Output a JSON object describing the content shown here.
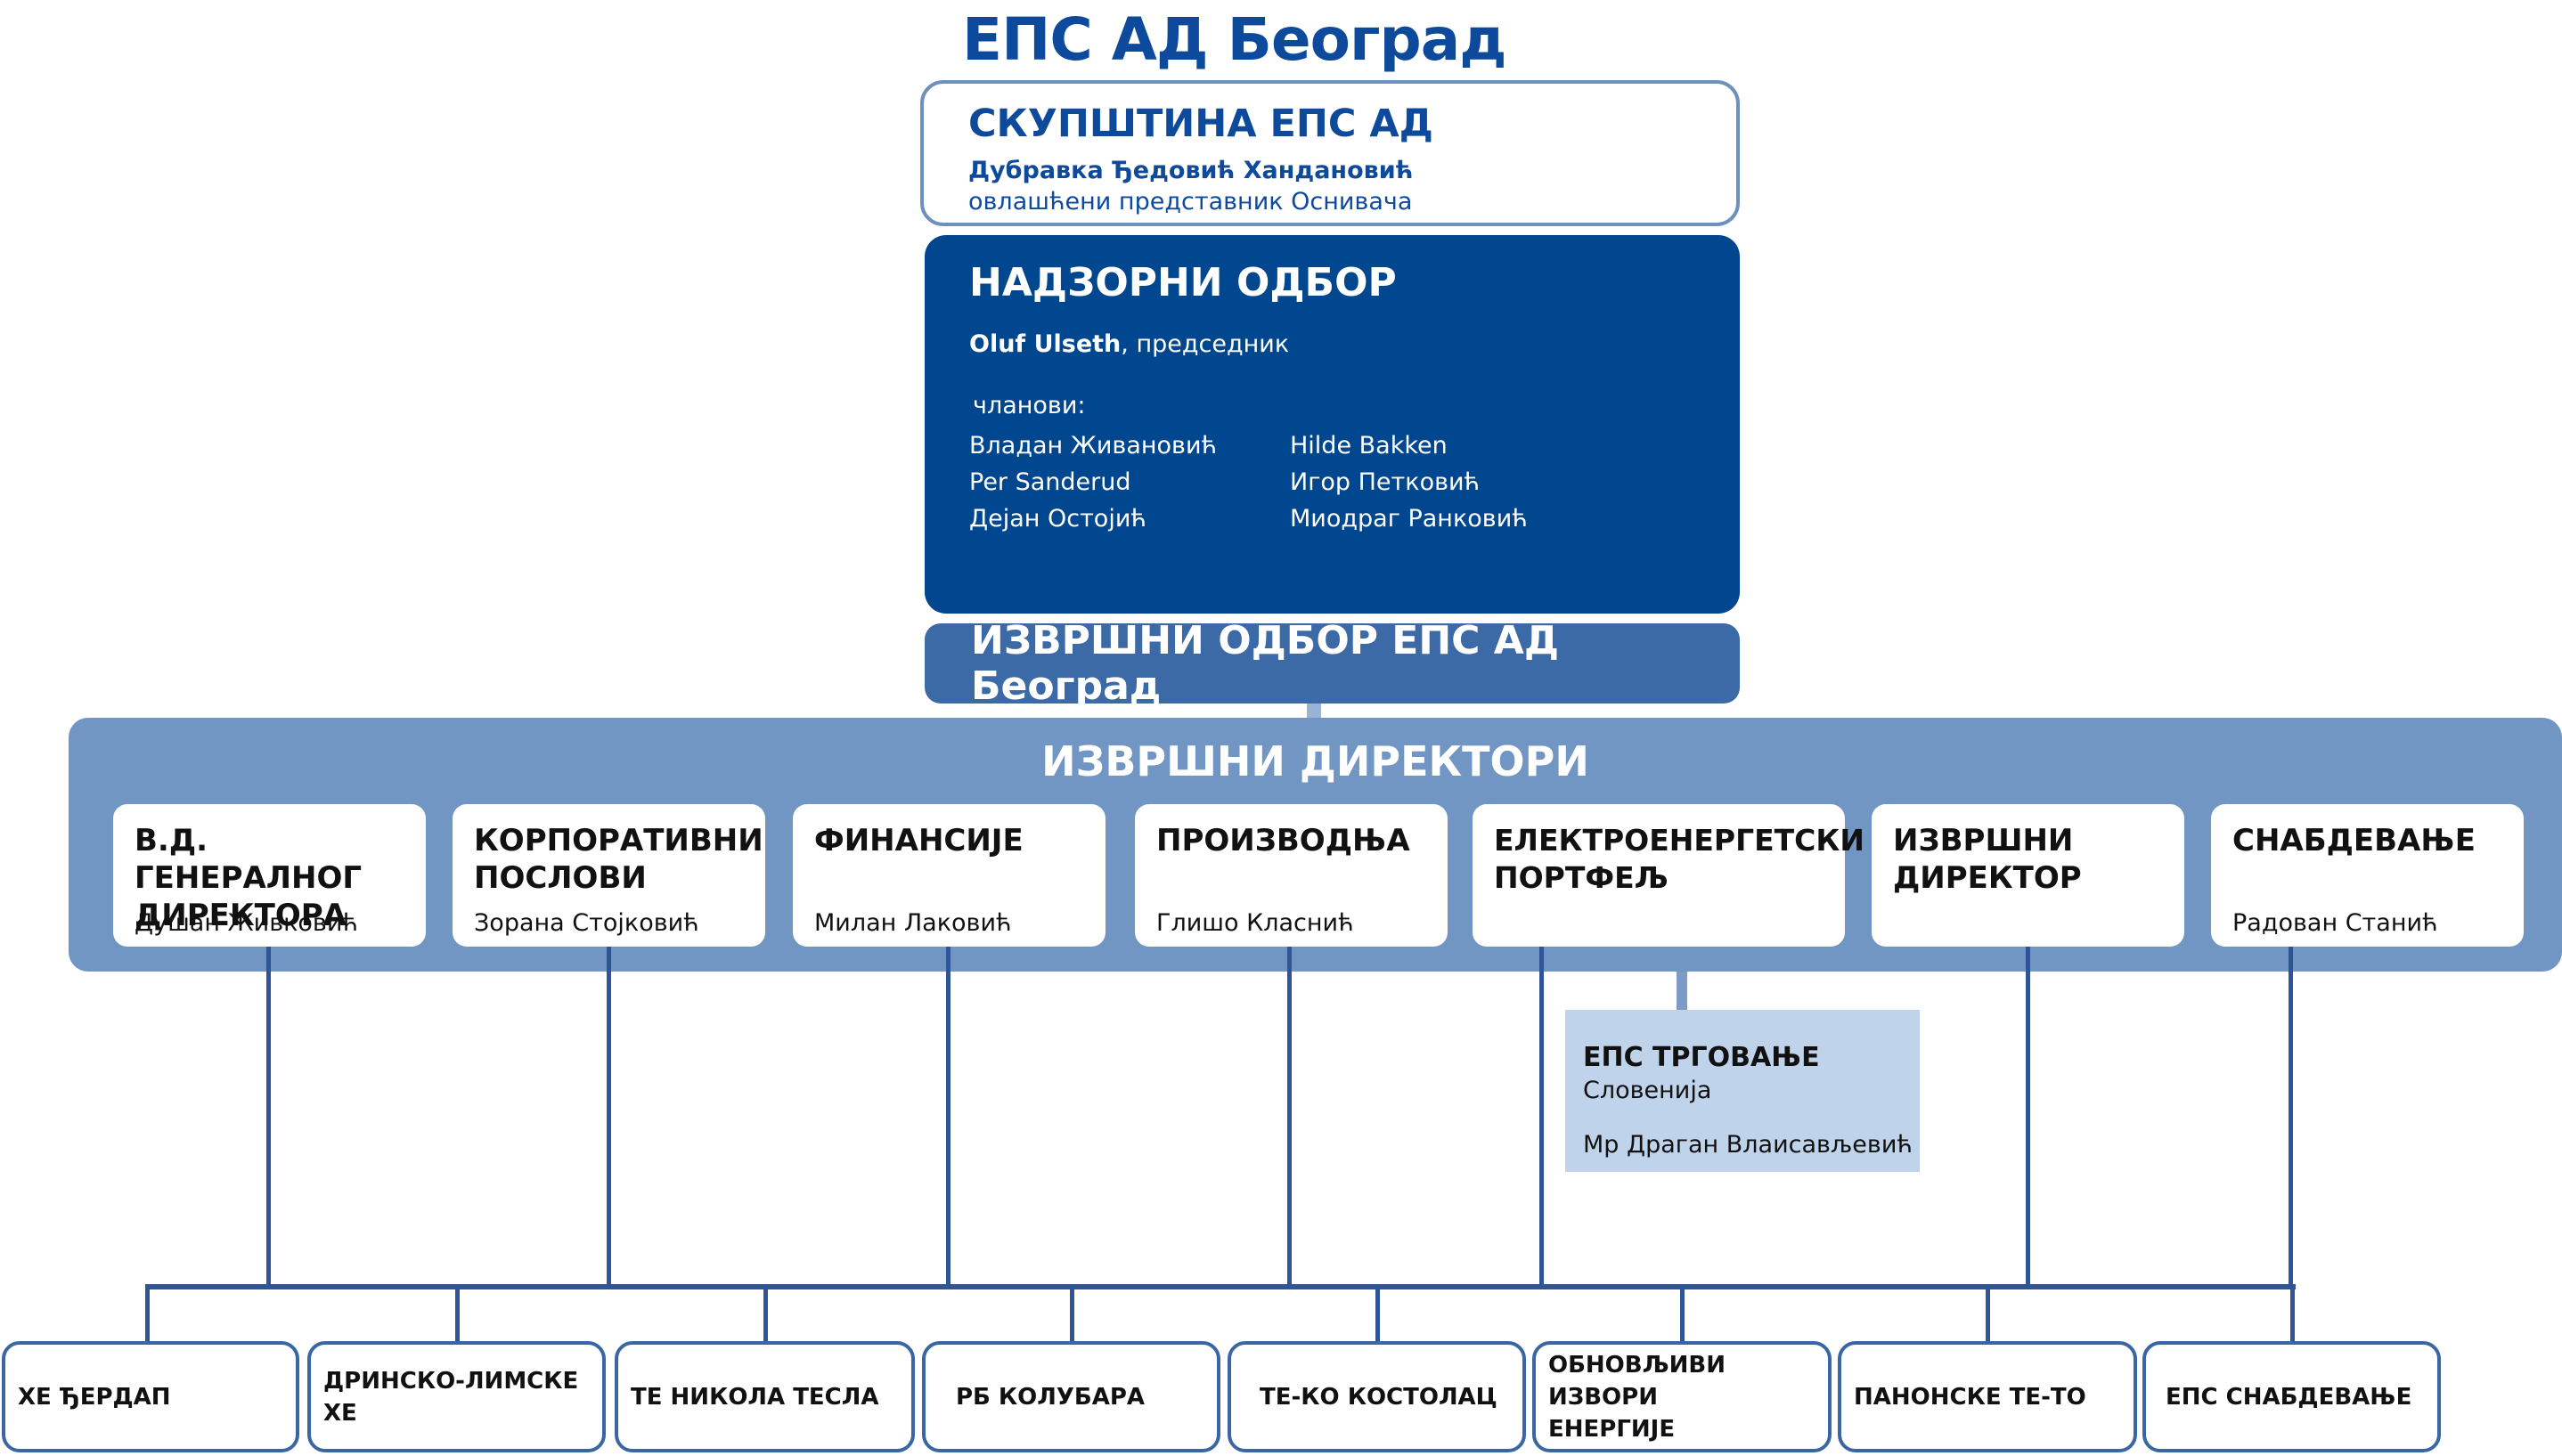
{
  "title": "ЕПС АД Београд",
  "skupstina": {
    "heading": "СКУПШТИНА ЕПС АД",
    "name": "Дубравка Ђедовић Хандановић",
    "role": "овлашћени представник Оснивача"
  },
  "nadzorni_odbor": {
    "heading": "НАДЗОРНИ ОДБОР",
    "chair_name": "Oluf Ulseth",
    "chair_role": ", председник",
    "members_label": "чланови:",
    "members": [
      "Владан Живановић",
      "Hilde Bakken",
      "Per Sanderud",
      "Игор Петковић",
      "Дејан Остојић",
      "Миодраг Ранковић"
    ]
  },
  "izvrsni_odbor": "ИЗВРШНИ ОДБОР ЕПС АД Београд",
  "izvrsni_direktori": {
    "heading": "ИЗВРШНИ ДИРЕКТОРИ",
    "directors": [
      {
        "title_line1": "В.Д. ГЕНЕРАЛНОГ",
        "title_line2": "ДИРЕКТОРА",
        "person": "Душан Живковић"
      },
      {
        "title_line1": "КОРПОРАТИВНИ",
        "title_line2": "ПОСЛОВИ",
        "person": "Зорана Стојковић"
      },
      {
        "title_line1": "ФИНАНСИЈЕ",
        "title_line2": "",
        "person": "Милан Лаковић"
      },
      {
        "title_line1": "ПРОИЗВОДЊА",
        "title_line2": "",
        "person": "Глишо Класнић"
      },
      {
        "title_line1": "ЕЛЕКТРОЕНЕРГЕТСКИ",
        "title_line2": "ПОРТФЕЉ",
        "person": ""
      },
      {
        "title_line1": "ИЗВРШНИ",
        "title_line2": "ДИРЕКТОР",
        "person": ""
      },
      {
        "title_line1": "СНАБДЕВАЊЕ",
        "title_line2": "",
        "person": "Радован Станић"
      }
    ]
  },
  "eps_trgovanje": {
    "title": "ЕПС ТРГОВАЊЕ",
    "country": "Словенија",
    "person": "Мр Драган Влаисављевић"
  },
  "units": [
    {
      "line1": "ХЕ ЂЕРДАП",
      "line2": ""
    },
    {
      "line1": "ДРИНСКО-ЛИМСКЕ ХЕ",
      "line2": ""
    },
    {
      "line1": "ТЕ НИКОЛА ТЕСЛА",
      "line2": ""
    },
    {
      "line1": "РБ КОЛУБАРА",
      "line2": ""
    },
    {
      "line1": "ТЕ-КО КОСТОЛАЦ",
      "line2": ""
    },
    {
      "line1": "ОБНОВЉИВИ ИЗВОРИ",
      "line2": "ЕНЕРГИЈЕ"
    },
    {
      "line1": "ПАНОНСКЕ ТЕ-ТО",
      "line2": ""
    },
    {
      "line1": "ЕПС СНАБДЕВАЊЕ",
      "line2": ""
    }
  ],
  "colors": {
    "brand_blue": "#0d4a9b",
    "board_navy": "#00478f",
    "exec_board": "#3c6aa7",
    "exec_panel": "#7296c3",
    "trgovanje_fill": "#bfd3ea",
    "connector": "#2f5597"
  }
}
